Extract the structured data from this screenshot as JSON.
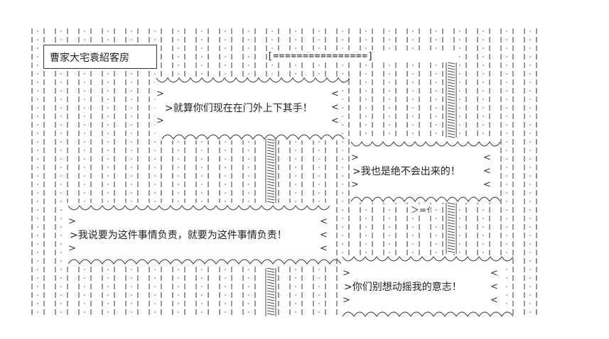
{
  "title": "曹家大宅袁紹客房",
  "equals_bar": "[================]",
  "face_glyph": "＞=ｲ",
  "bubbles": [
    {
      "text": ">就算你们现在在门外上下其手！"
    },
    {
      "text": ">我也是绝不会出来的！"
    },
    {
      "text": ">我说要为这件事情负责，就要为这件事情负责！"
    },
    {
      "text": ">你们别想动摇我的意志！"
    }
  ],
  "colors": {
    "line": "#333333",
    "dots": "#555555",
    "background": "#ffffff"
  }
}
